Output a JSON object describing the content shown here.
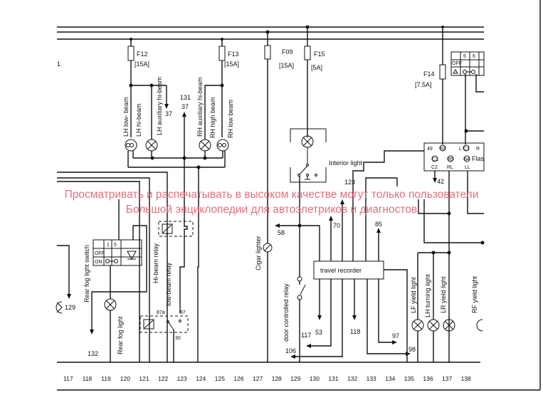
{
  "diagram": {
    "fuses": [
      {
        "name": "F12",
        "rating": "[15A]"
      },
      {
        "name": "F13",
        "rating": "[15A]"
      },
      {
        "name": "F09",
        "rating": "[15A]"
      },
      {
        "name": "F15",
        "rating": "[5A]"
      },
      {
        "name": "F14",
        "rating": "[7.5A]"
      }
    ],
    "components": {
      "lh_low_beam": "LH low- beam",
      "lh_hi_beam": "LH hi-beam",
      "lh_aux_hi_beam": "LH auxiliary hi-beam",
      "rh_aux_hi_beam": "RH auxiliary hi-beam",
      "rh_high_beam": "RH high beam",
      "rh_low_beam": "RH low beam",
      "hi_beam_relay": "Hi-beam relay",
      "low_beam_relay": "low-beam relay",
      "rear_fog_switch": "Rear fog light switch",
      "rear_fog_light": "Rear fog light",
      "cigar_lighter": "Cigar lighter",
      "interior_light": "Interior light",
      "door_relay": "door controlled relay",
      "travel_recorder": "travel recorder",
      "lf_yield": "LF yield light",
      "lh_turning": "LH turning light",
      "lr_yield": "LR yield light",
      "rf_yield": "RF yield light",
      "flasher": "Flas"
    },
    "refs": {
      "r1": "1",
      "r37a": "37",
      "r131": "131",
      "r37b": "37",
      "r129": "129",
      "r132": "132",
      "r58": "58",
      "r70": "70",
      "r123": "123",
      "r85": "85",
      "r53": "53",
      "r117": "117",
      "r118": "118",
      "r97": "97",
      "r106": "106",
      "r98": "98",
      "r42": "42"
    },
    "relay_pins": {
      "p87a": "87a",
      "p87": "87",
      "p30": "30"
    },
    "switch_grid": {
      "c1": "1",
      "c5": "5",
      "off": "OFF",
      "on": "ON"
    },
    "flasher_pins": {
      "p49": "49",
      "p83": "83",
      "pL": "L",
      "pC1": "C1",
      "pR": "R",
      "pC2a": "C2",
      "p85": "85",
      "p84": "84",
      "pC2": "C2",
      "pRL": "RL",
      "pLL": "LL"
    },
    "top_switch": {
      "c5": "5",
      "c6": "6",
      "off": "OFF"
    },
    "columns": [
      "117",
      "118",
      "119",
      "120",
      "121",
      "122",
      "123",
      "124",
      "125",
      "126",
      "127",
      "128",
      "129",
      "130",
      "131",
      "132",
      "133",
      "134",
      "135",
      "136",
      "137",
      "138"
    ]
  },
  "watermark": {
    "line1": "Просматривать и распечатывать в высоком качестве могут только пользователи",
    "line2": "Большой энциклопедии для автоэлетриков и диагностов"
  }
}
